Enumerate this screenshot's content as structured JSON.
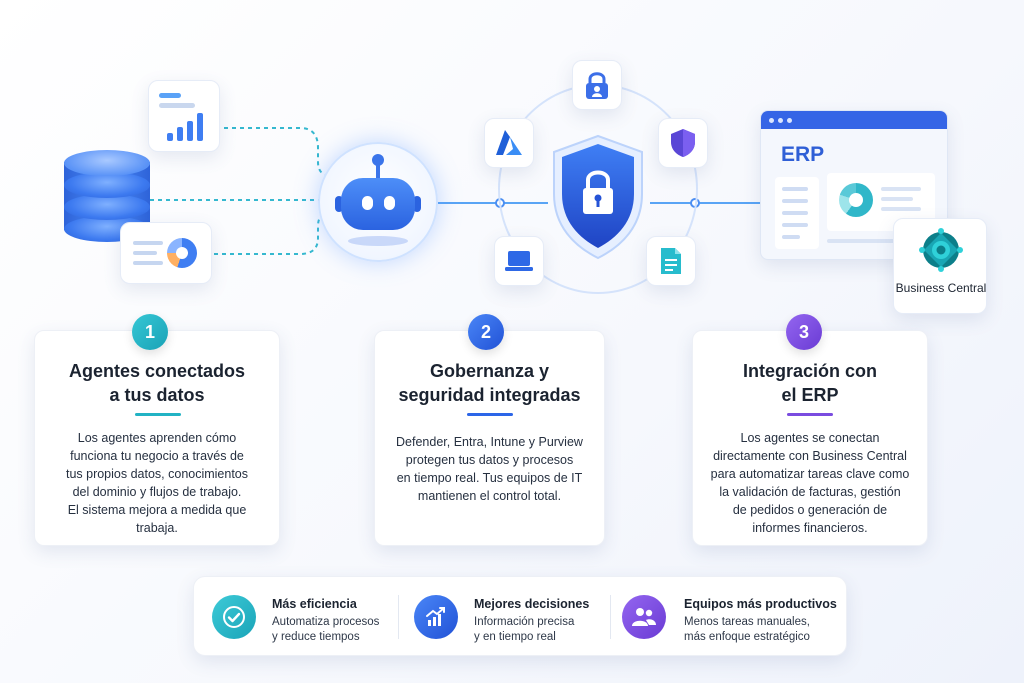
{
  "illustration": {
    "erp_title": "ERP",
    "business_central_label": "Business Central",
    "icons": [
      "database-icon",
      "bar-chart-icon",
      "donut-chart-icon",
      "robot-icon",
      "shield-lock-icon",
      "lock-user-icon",
      "azure-icon",
      "defender-shield-icon",
      "laptop-icon",
      "document-icon",
      "business-central-icon"
    ]
  },
  "steps": [
    {
      "number": "1",
      "title": "Agentes conectados a tus datos",
      "body": "Los agentes aprenden cómo\nfunciona tu negocio a través de\ntus propios datos, conocimientos\ndel dominio y flujos de trabajo.\nEl sistema mejora a medida que\ntrabaja.",
      "color": "#22b3c4"
    },
    {
      "number": "2",
      "title": "Gobernanza y seguridad integradas",
      "body": "Defender, Entra, Intune y Purview\nprotegen tus datos y procesos\nen tiempo real. Tus equipos de IT\nmantienen el control total.",
      "color": "#2c66e8"
    },
    {
      "number": "3",
      "title": "Integración con el ERP",
      "body": "Los agentes se conectan\ndirectamente con Business Central\npara automatizar tareas clave como\nla validación de facturas, gestión\nde pedidos o generación de\ninformes financieros.",
      "color": "#7a4ce0"
    }
  ],
  "benefits": [
    {
      "title": "Más eficiencia",
      "text": "Automatiza procesos\ny reduce tiempos",
      "icon": "check-icon",
      "color": "#22b3c4"
    },
    {
      "title": "Mejores decisiones",
      "text": "Información precisa\ny en tiempo real",
      "icon": "trend-chart-icon",
      "color": "#2c66e8"
    },
    {
      "title": "Equipos más productivos",
      "text": "Menos tareas manuales,\nmás enfoque estratégico",
      "icon": "users-icon",
      "color": "#7a4ce0"
    }
  ]
}
